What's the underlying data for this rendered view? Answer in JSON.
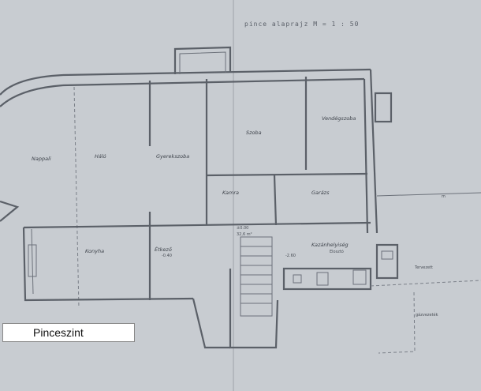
{
  "header": {
    "title": "pince alaprajz   M = 1 : 50"
  },
  "rooms": {
    "nappali": "Nappali",
    "halo": "Háló",
    "gyerekszoba": "Gyerekszoba",
    "szoba": "Szoba",
    "vendegszoba": "Vendégszoba",
    "kamra": "Kamra",
    "garazs": "Garázs",
    "konyha": "Konyha",
    "etkezo": "Étkező",
    "kazan": "Kazánhelyiség"
  },
  "annotations": {
    "level1": "±0.00",
    "level2": "-0.40",
    "level3": "-2.60",
    "elev": "32,6 m²",
    "eloszto": "Elosztó",
    "tervezett": "Tervezett",
    "gaz": "gázvezeték",
    "m": "m"
  },
  "caption": {
    "label": "Pinceszint"
  }
}
